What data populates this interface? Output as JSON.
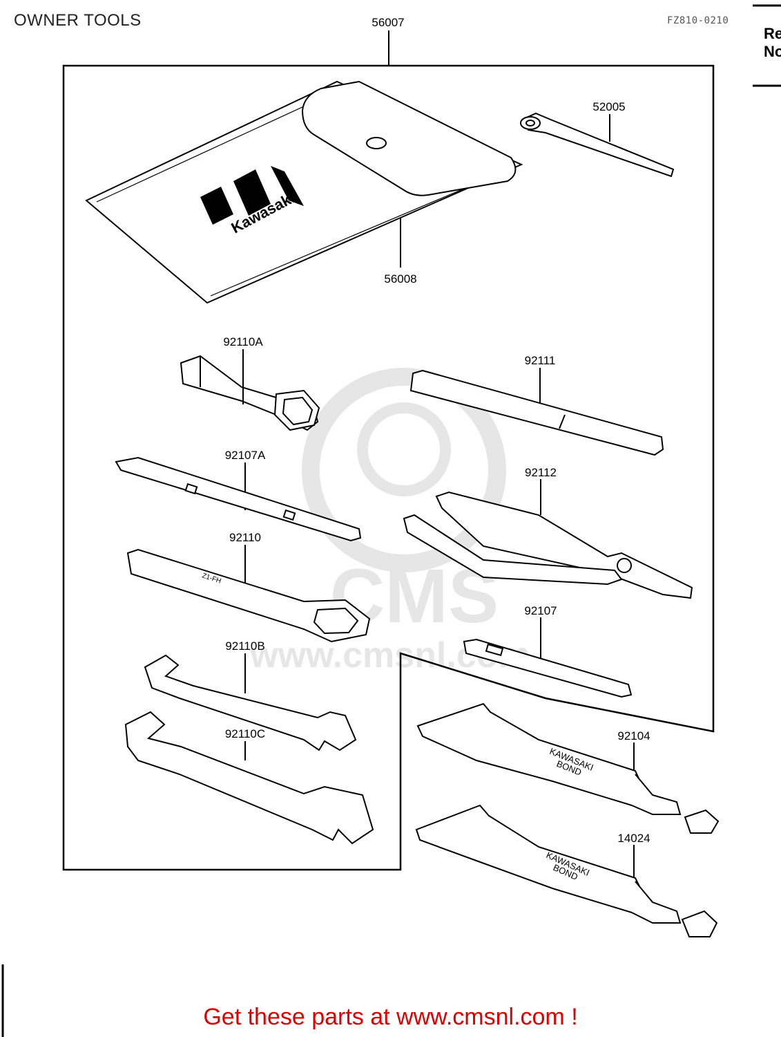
{
  "header": {
    "title": "OWNER TOOLS",
    "drawing_code": "FZ810-0210",
    "side_label_line1": "Re",
    "side_label_line2": "No"
  },
  "parts": {
    "p56007": "56007",
    "p52005": "52005",
    "p56008": "56008",
    "p92110A": "92110A",
    "p92111": "92111",
    "p92107A": "92107A",
    "p92112": "92112",
    "p92110": "92110",
    "p92107": "92107",
    "p92110B": "92110B",
    "p92110C": "92110C",
    "p92104": "92104",
    "p14024": "14024"
  },
  "labels": {
    "logo_text": "Kawasaki",
    "bond_line1": "KAWASAKI",
    "bond_line2": "BOND"
  },
  "footer": {
    "text": "Get these parts at www.cmsnl.com !"
  },
  "colors": {
    "line": "#000000",
    "footer": "#e00000",
    "watermark": "#e6e6e6"
  }
}
